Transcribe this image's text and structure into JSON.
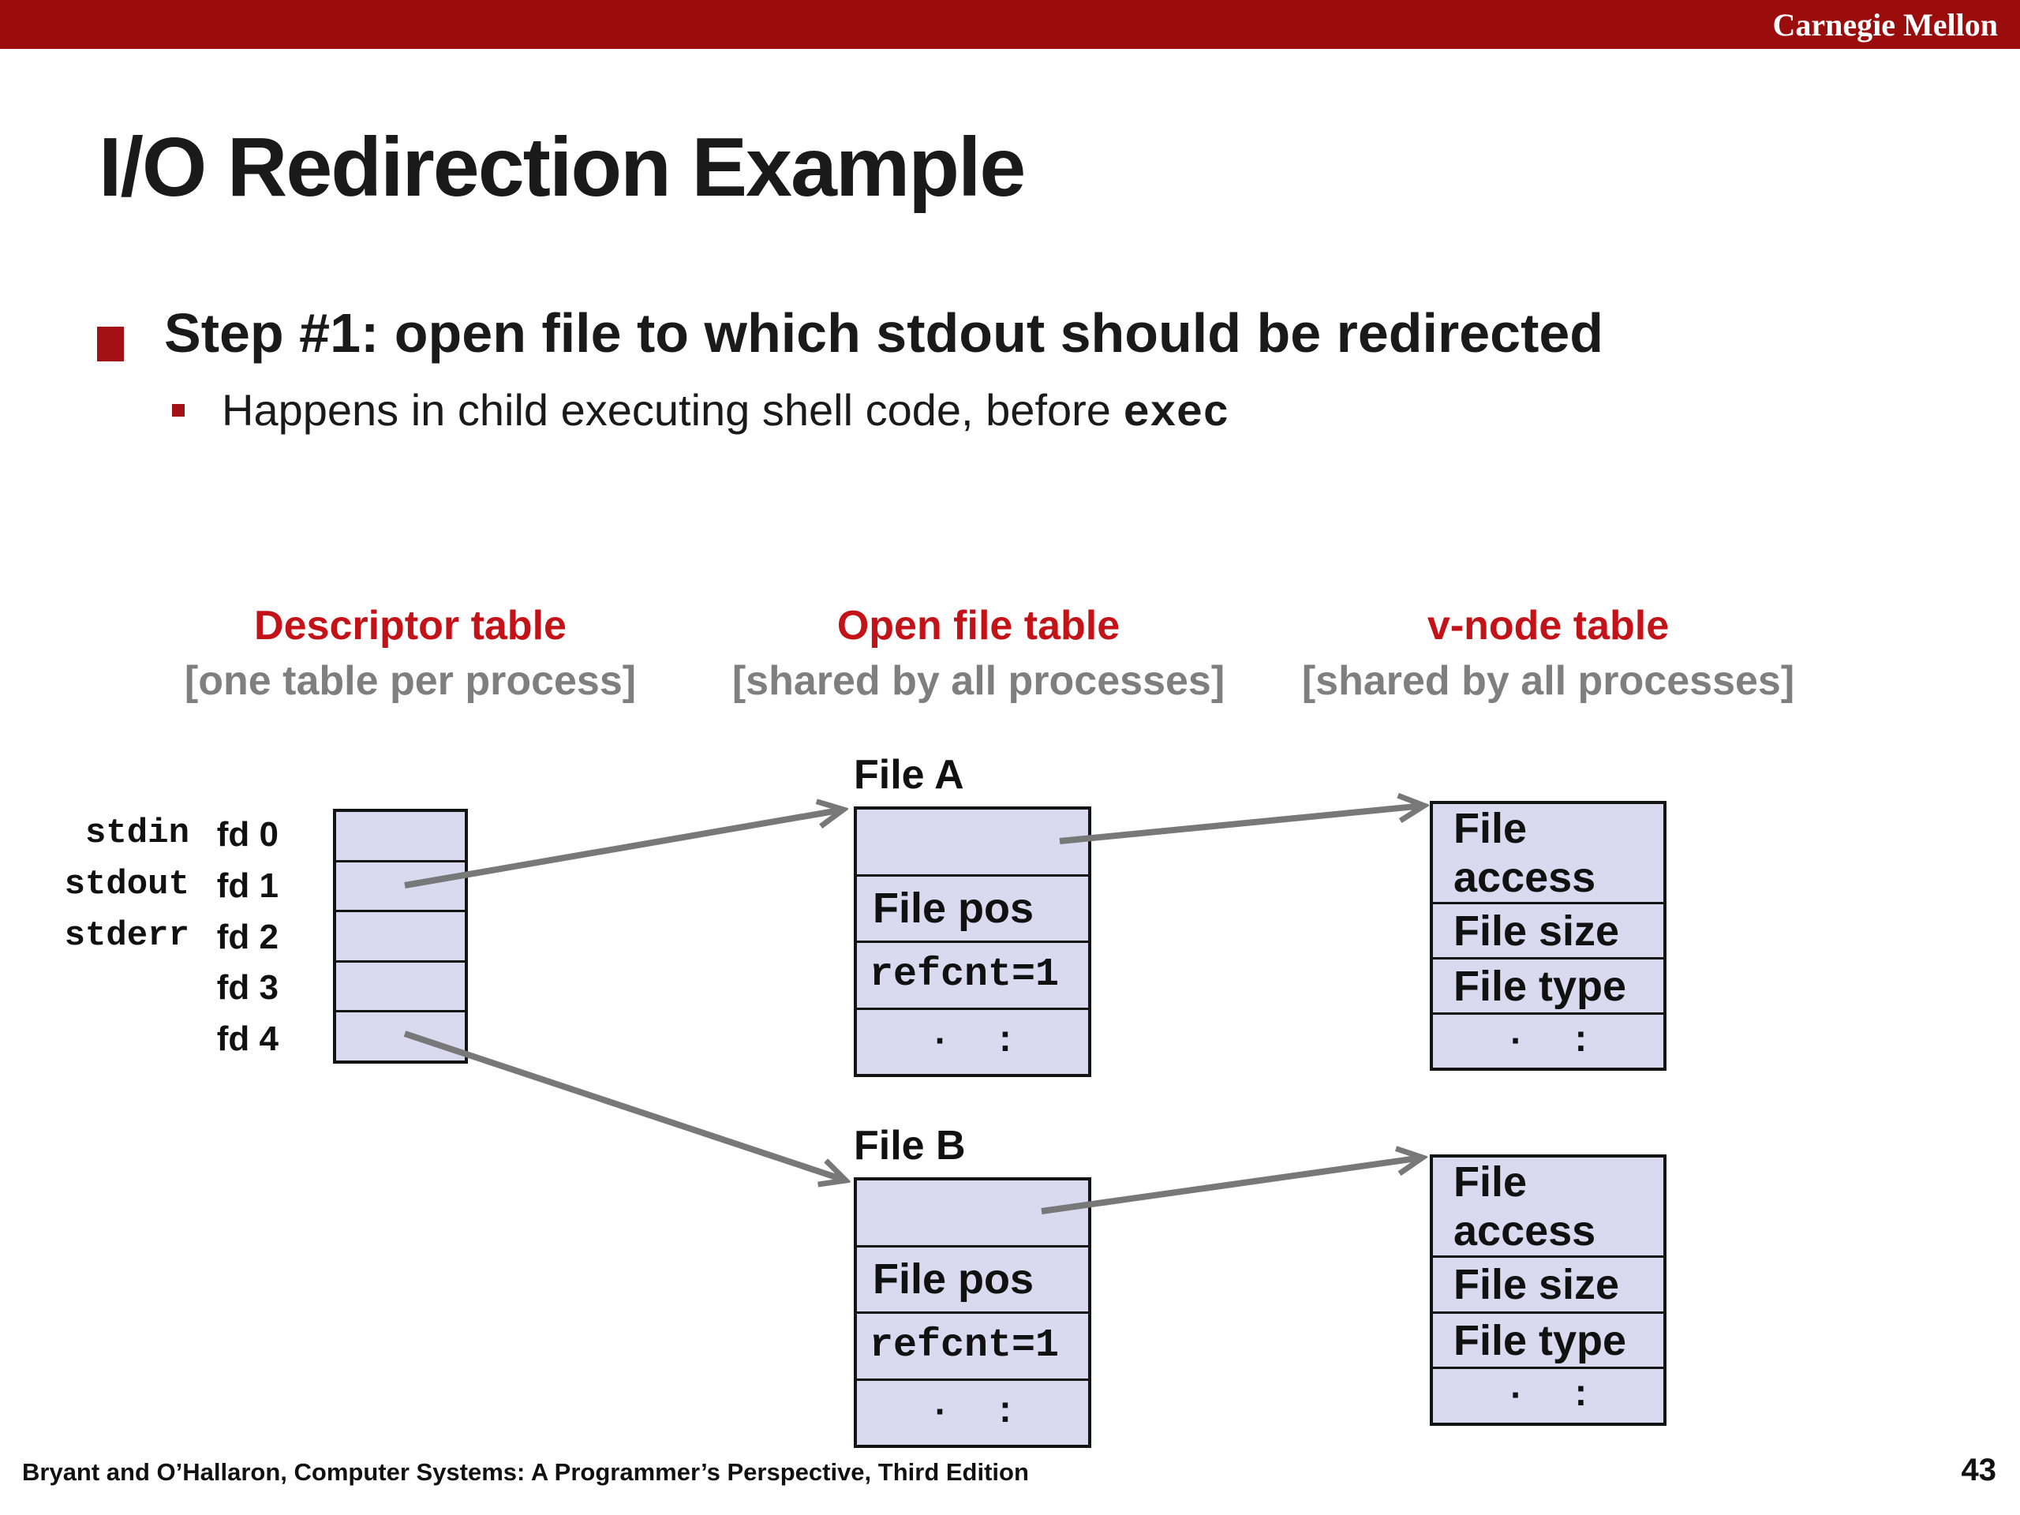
{
  "banner": {
    "brand": "Carnegie Mellon"
  },
  "slide": {
    "title": "I/O Redirection Example",
    "bullet": "Step #1: open file to which stdout should be redirected",
    "sub_bullet_prefix": "Happens in child executing shell code, before ",
    "sub_bullet_code": "exec"
  },
  "columns": [
    {
      "title": "Descriptor table",
      "subtitle": "[one table per process]"
    },
    {
      "title": "Open file table",
      "subtitle": "[shared by all processes]"
    },
    {
      "title": "v-node table",
      "subtitle": "[shared by all processes]"
    }
  ],
  "descriptor_table": {
    "std_labels": [
      "stdin",
      "stdout",
      "stderr"
    ],
    "fd_labels": [
      "fd 0",
      "fd 1",
      "fd 2",
      "fd 3",
      "fd 4"
    ]
  },
  "open_file_tables": [
    {
      "title": "File A",
      "rows": [
        "",
        "File pos",
        "refcnt=1",
        "·  :"
      ]
    },
    {
      "title": "File B",
      "rows": [
        "",
        "File pos",
        "refcnt=1",
        "·  :"
      ]
    }
  ],
  "vnode_tables": [
    {
      "rows": [
        "File access",
        "File size",
        "File type",
        "·  :"
      ]
    },
    {
      "rows": [
        "File access",
        "File size",
        "File type",
        "·  :"
      ]
    }
  ],
  "footer": {
    "citation": "Bryant and O’Hallaron, Computer Systems: A Programmer’s Perspective, Third Edition",
    "page": "43"
  },
  "colors": {
    "banner_red": "#9b0c0c",
    "bullet_red": "#a31116",
    "heading_red": "#c41318",
    "subtitle_gray": "#7f7f7f",
    "cell_fill": "#d9d9f0",
    "arrow_gray": "#787878"
  }
}
